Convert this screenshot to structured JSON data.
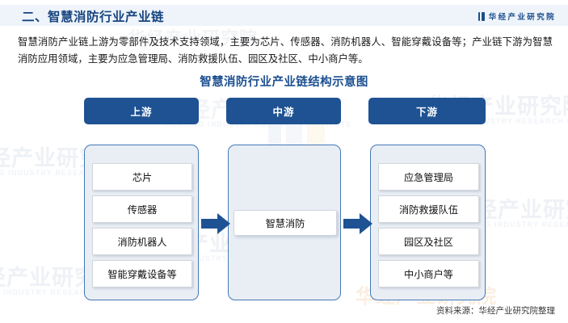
{
  "header": {
    "title": "二、智慧消防行业产业链",
    "brand": "华经产业研究院",
    "logo_icon": "bars-logo-icon",
    "background_color": "#eff4fa",
    "title_color": "#17457f"
  },
  "intro": {
    "text": "智慧消防产业链上游为零部件及技术支持领域，主要为芯片、传感器、消防机器人、智能穿戴设备等；产业链下游为智慧消防应用领域，主要为应急管理局、消防救援队伍、园区及社区、中小商户等。"
  },
  "chart_data": {
    "type": "diagram",
    "title": "智慧消防行业产业链结构示意图",
    "title_color": "#1c4f90",
    "accent_color": "#1e5293",
    "panel_bg_color": "#e9eef5",
    "panel_border_color": "#4478b4",
    "columns": [
      {
        "id": "upstream",
        "header": "上游",
        "items": [
          "芯片",
          "传感器",
          "消防机器人",
          "智能穿戴设备等"
        ]
      },
      {
        "id": "midstream",
        "header": "中游",
        "items": [
          "智慧消防"
        ]
      },
      {
        "id": "downstream",
        "header": "下游",
        "items": [
          "应急管理局",
          "消防救援队伍",
          "园区及社区",
          "中小商户等"
        ]
      }
    ],
    "connectors": [
      {
        "id": "arrow-upstream-to-midstream",
        "icon": "arrow-right-icon",
        "color": "#1e5293"
      },
      {
        "id": "arrow-midstream-to-downstream",
        "icon": "arrow-right-icon",
        "color": "#1e5293"
      }
    ]
  },
  "watermark": {
    "cn": "华经产业研究院",
    "en": "HUAJING INDUSTRY RESEARCH INSTITUTE"
  },
  "footer": {
    "source": "资料来源：华经产业研究院整理"
  }
}
